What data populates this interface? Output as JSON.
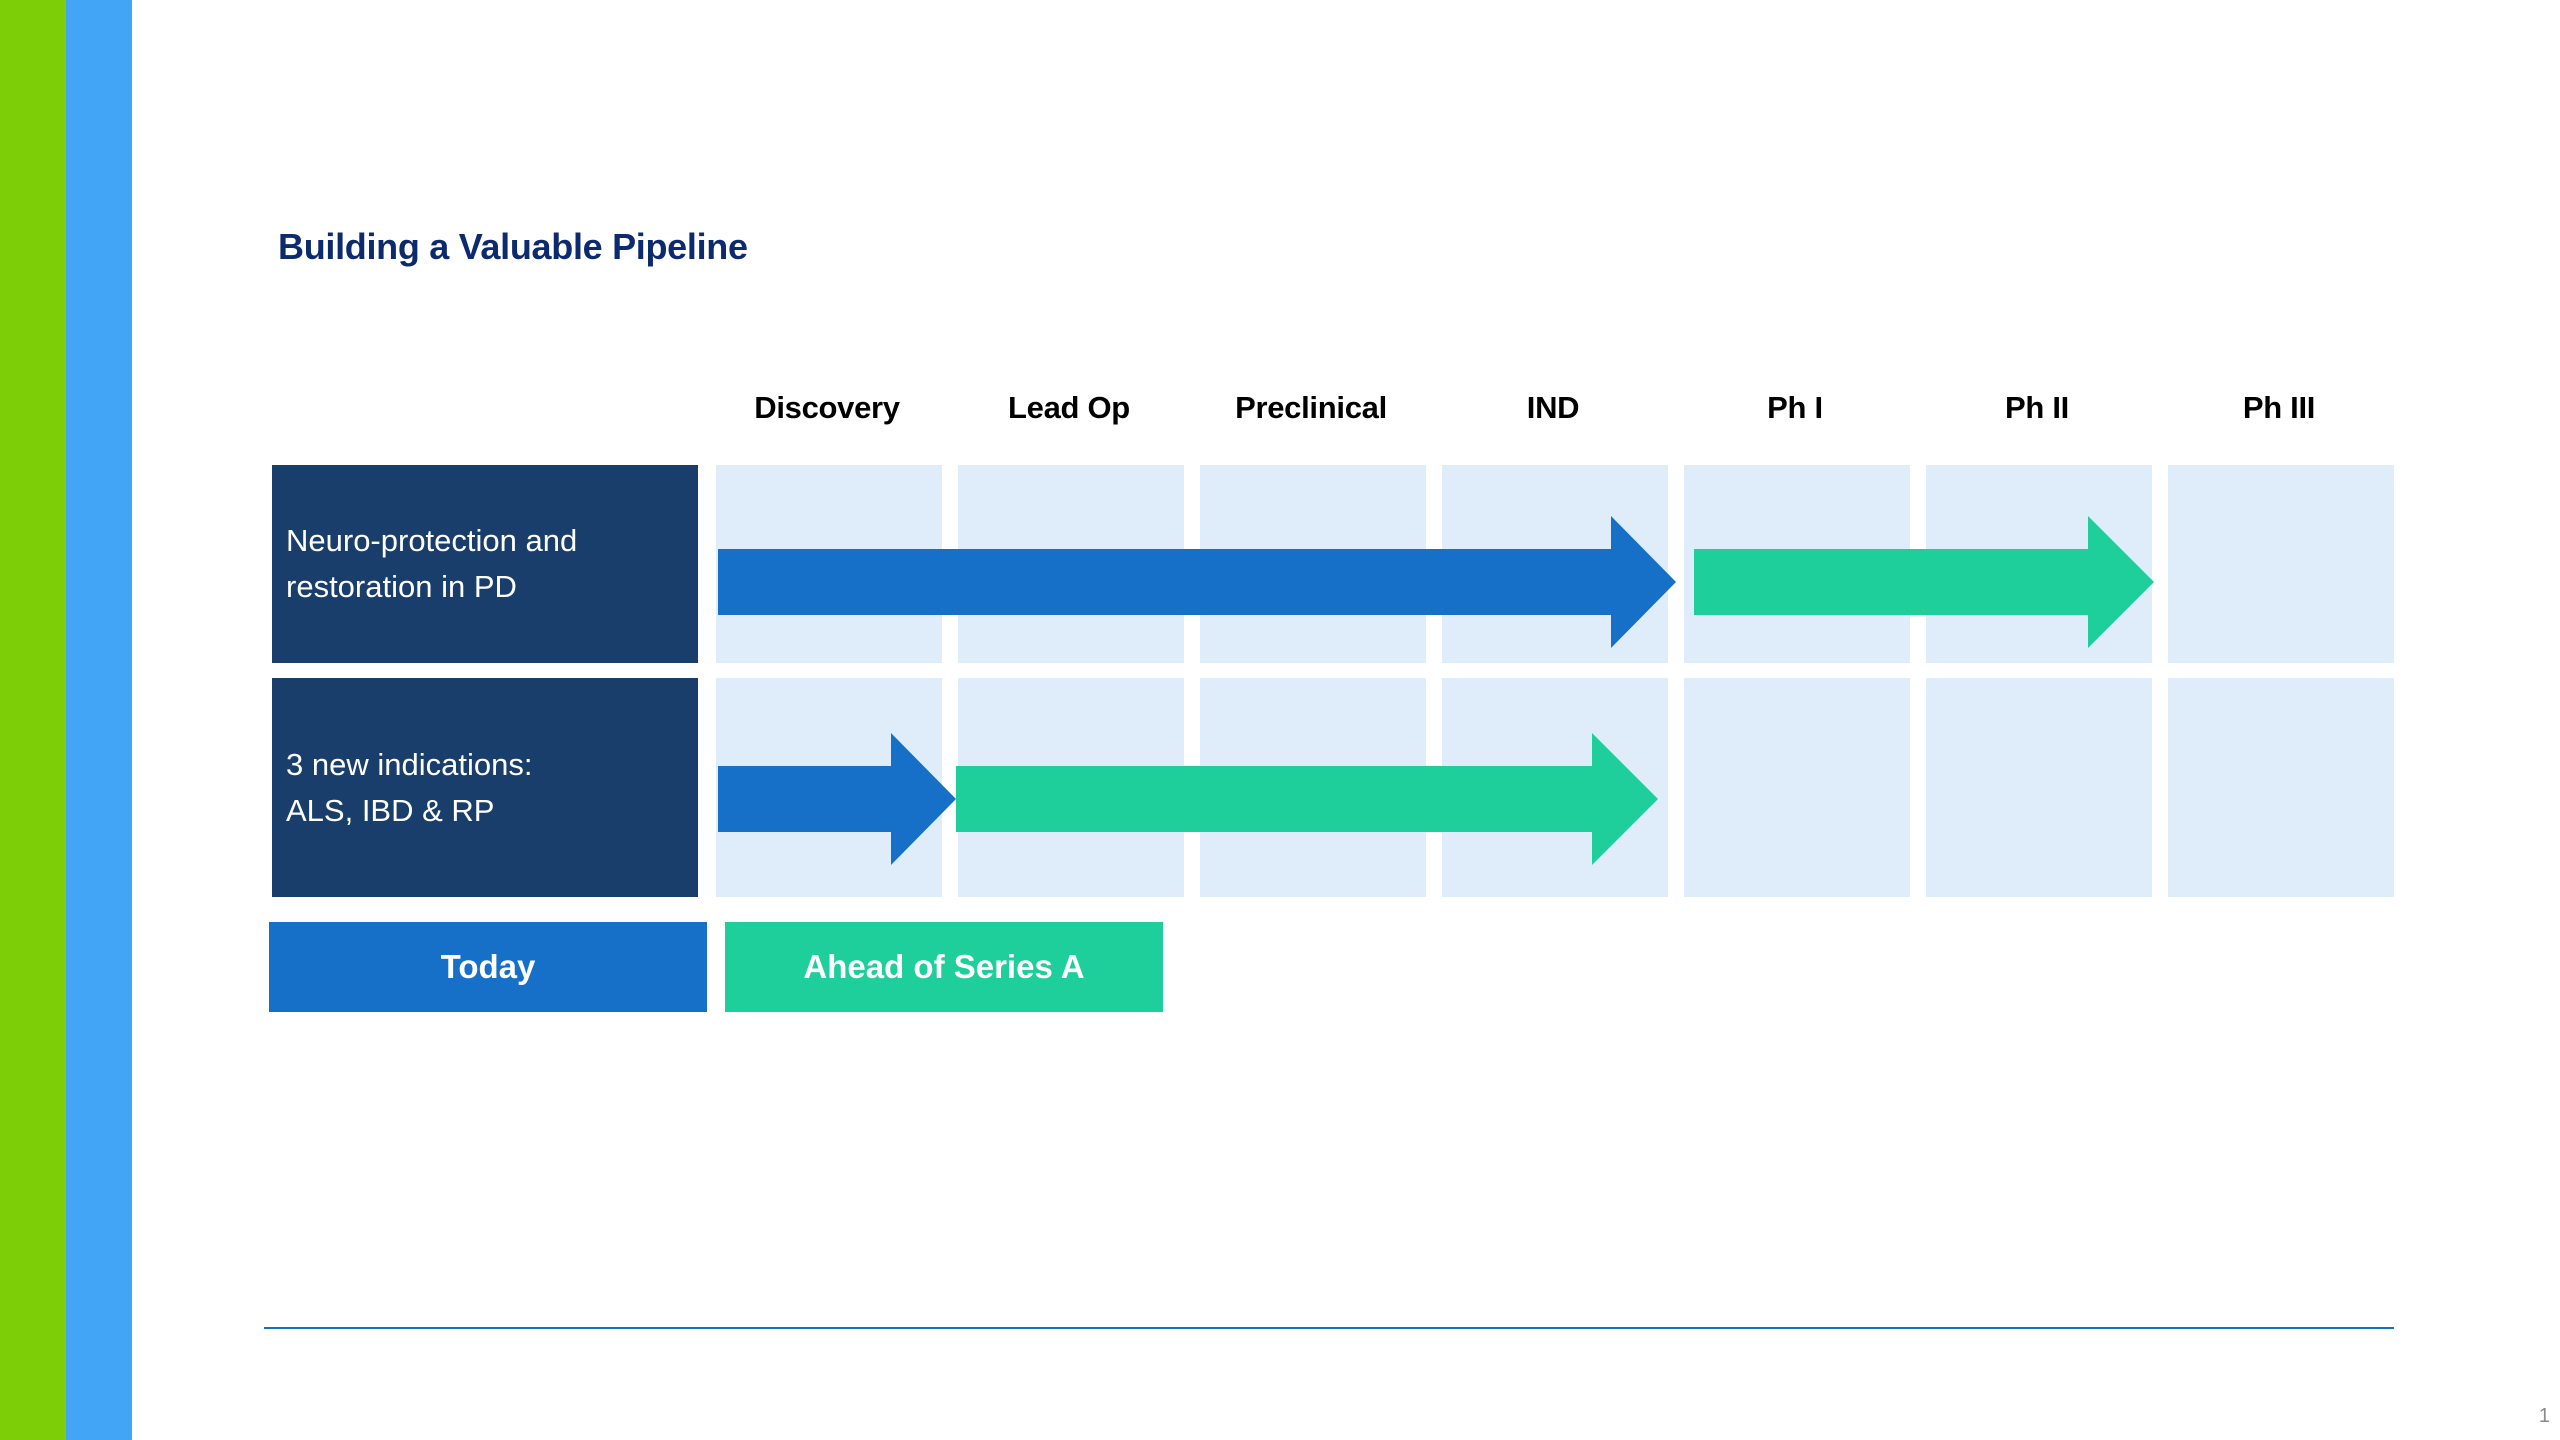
{
  "title": "Building a Valuable Pipeline",
  "colors": {
    "left_bar_green": "#7dcd07",
    "left_bar_blue": "#42a5f5",
    "title": "#0d2a6e",
    "row_label_bg": "#1a3e6c",
    "cell_bg": "#deedf9",
    "today": "#1670c8",
    "ahead_of_series_a": "#1ecf9b",
    "footer_line": "#1670c8"
  },
  "stages": [
    "Discovery",
    "Lead Op",
    "Preclinical",
    "IND",
    "Ph I",
    "Ph II",
    "Ph III"
  ],
  "programs": [
    {
      "label_lines": [
        "Neuro-protection and",
        "restoration in PD"
      ],
      "today_reach_stage": "IND",
      "ahead_reach_stage": "Ph II"
    },
    {
      "label_lines": [
        "3 new indications:",
        "ALS, IBD & RP"
      ],
      "today_reach_stage": "Discovery",
      "ahead_reach_stage": "IND"
    }
  ],
  "legend": {
    "today": "Today",
    "ahead": "Ahead of Series A"
  },
  "page_number": "1"
}
